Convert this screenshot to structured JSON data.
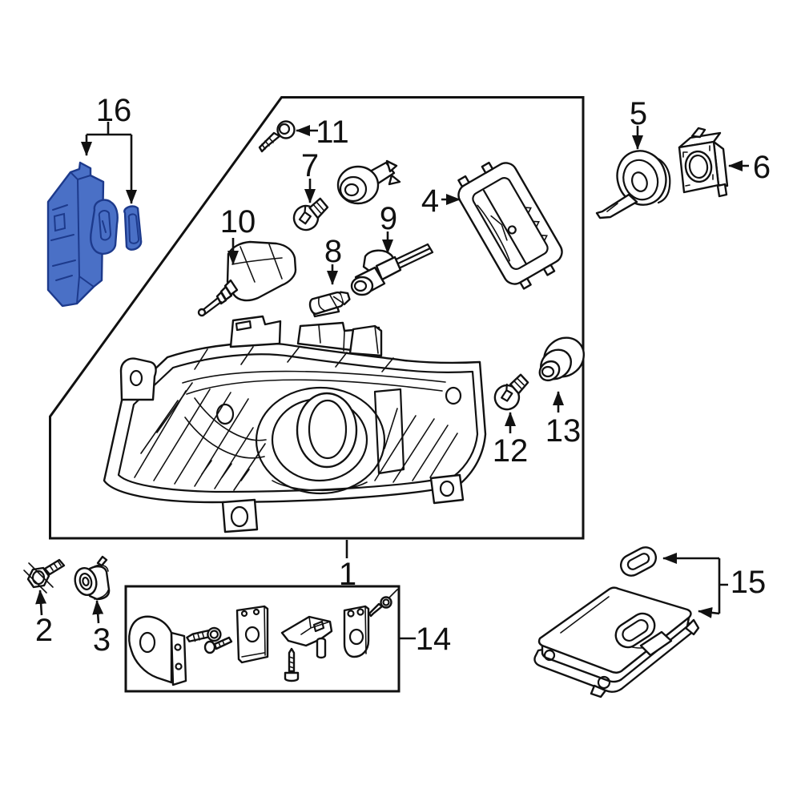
{
  "figure": {
    "background": "#ffffff",
    "line_color": "#111111",
    "highlight_fill": "#4a70c6",
    "highlight_stroke": "#1d3a8c"
  },
  "callouts": [
    {
      "label": "1"
    },
    {
      "label": "2"
    },
    {
      "label": "3"
    },
    {
      "label": "4"
    },
    {
      "label": "5"
    },
    {
      "label": "6"
    },
    {
      "label": "7"
    },
    {
      "label": "8"
    },
    {
      "label": "9"
    },
    {
      "label": "10"
    },
    {
      "label": "11"
    },
    {
      "label": "12"
    },
    {
      "label": "13"
    },
    {
      "label": "14"
    },
    {
      "label": "15"
    },
    {
      "label": "16"
    }
  ]
}
